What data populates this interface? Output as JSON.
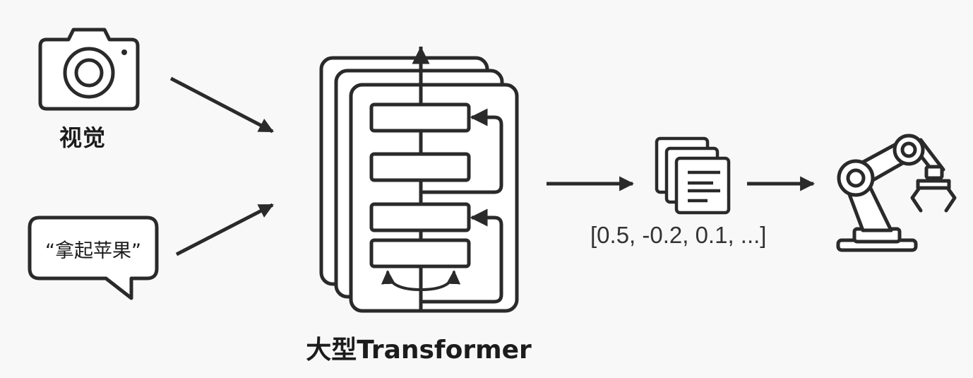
{
  "inputs": {
    "vision_label": "视觉",
    "instruction_text": "“拿起苹果”"
  },
  "model": {
    "label": "大型Transformer"
  },
  "output": {
    "vector_text": "[0.5, -0.2, 0.1, ...]"
  },
  "icons": {
    "vision": "camera-icon",
    "instruction": "speech-bubble-icon",
    "model": "transformer-stack-icon",
    "tokens": "document-stack-icon",
    "actuator": "robot-arm-icon"
  },
  "colors": {
    "stroke": "#2a2a2a",
    "background": "#f8f8f8",
    "fill": "#ffffff"
  }
}
